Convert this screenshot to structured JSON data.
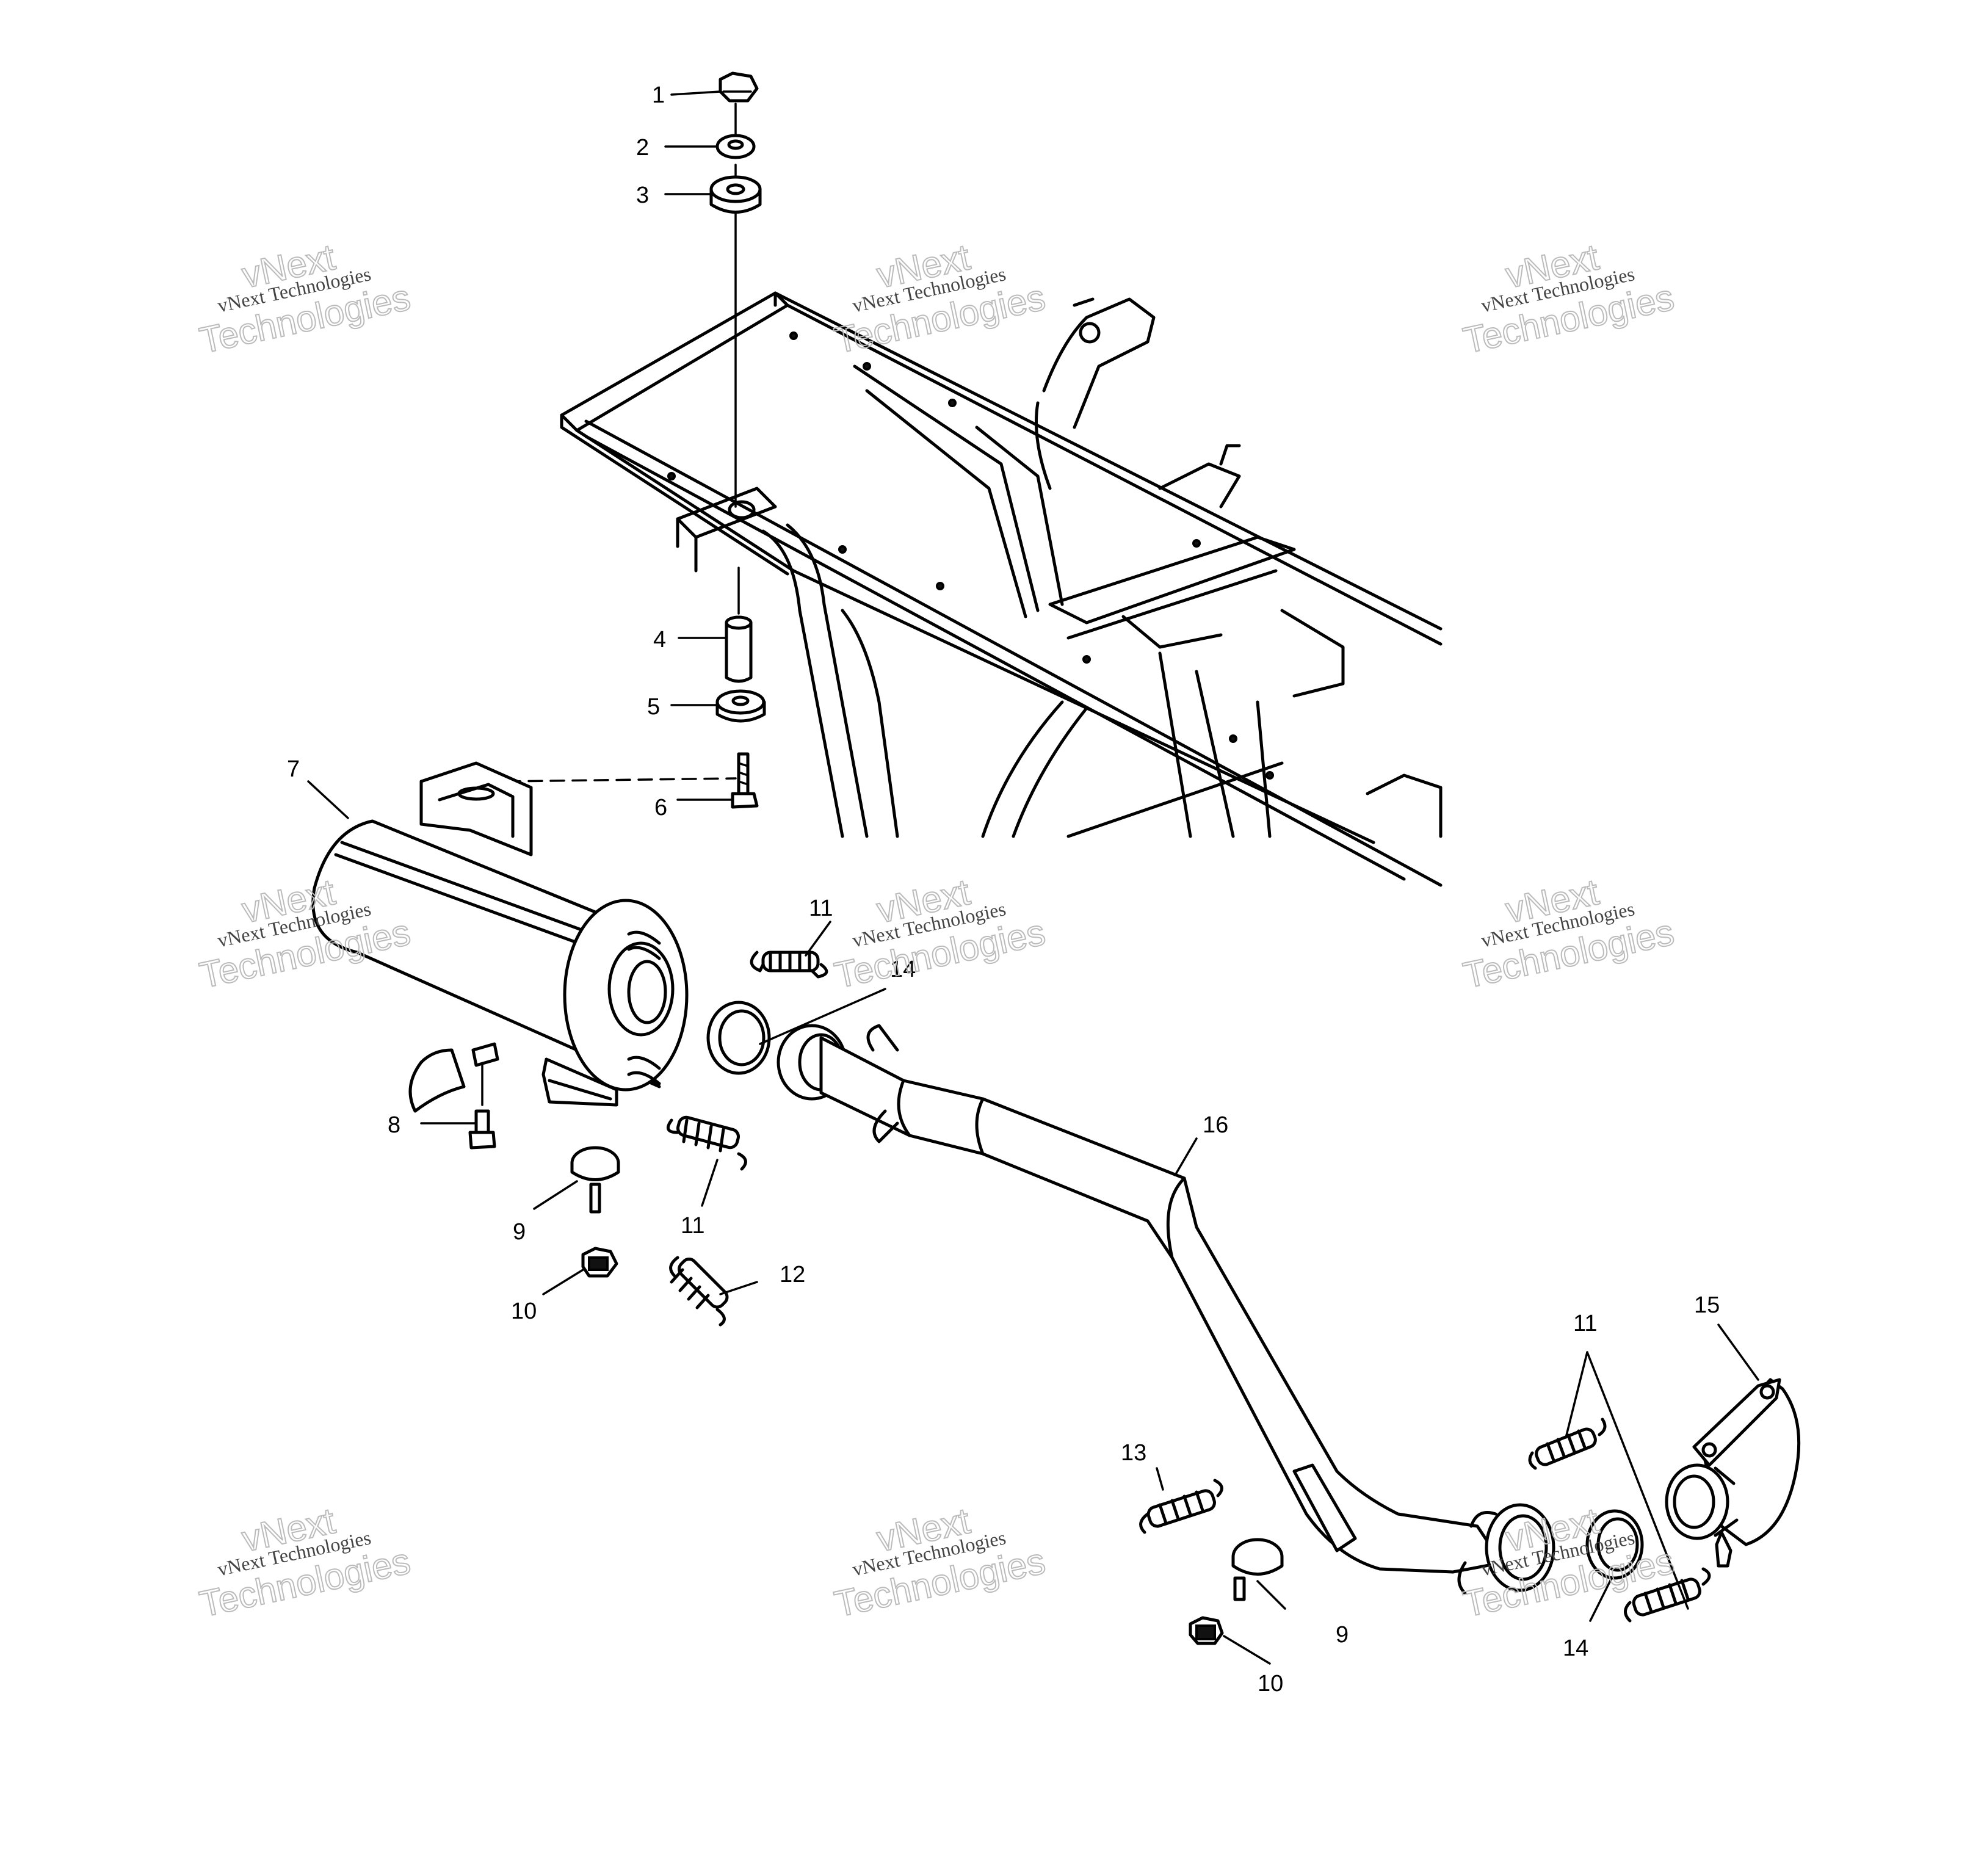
{
  "callouts": {
    "c1": "1",
    "c2": "2",
    "c3": "3",
    "c4": "4",
    "c5": "5",
    "c6": "6",
    "c7": "7",
    "c8": "8",
    "c9a": "9",
    "c9b": "9",
    "c10a": "10",
    "c10b": "10",
    "c11a": "11",
    "c11b": "11",
    "c11c": "11",
    "c12": "12",
    "c13": "13",
    "c14a": "14",
    "c14b": "14",
    "c15": "15",
    "c16": "16"
  },
  "watermark": {
    "line1": "vNext Technologies",
    "line2": "vNext",
    "line3": "Technologies"
  },
  "colors": {
    "ink": "#000000",
    "background": "#ffffff",
    "watermark": "#bbbbbb"
  }
}
